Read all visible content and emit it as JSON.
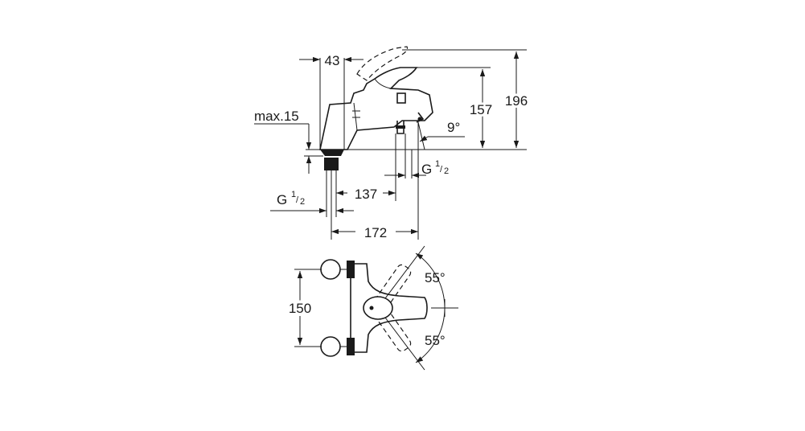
{
  "side_view": {
    "dim_43": "43",
    "dim_max15": "max.15",
    "dim_157": "157",
    "dim_196": "196",
    "angle_9": "9°",
    "thread_right_G": "G",
    "thread_right_frac_num": "1",
    "thread_right_frac_den": "2",
    "thread_left_G": "G",
    "thread_left_frac_num": "1",
    "thread_left_frac_den": "2",
    "dim_137": "137",
    "dim_172": "172"
  },
  "top_view": {
    "dim_150": "150",
    "angle_upper": "55°",
    "angle_lower": "55°"
  },
  "colors": {
    "line": "#1a1a1a",
    "background": "#ffffff"
  }
}
